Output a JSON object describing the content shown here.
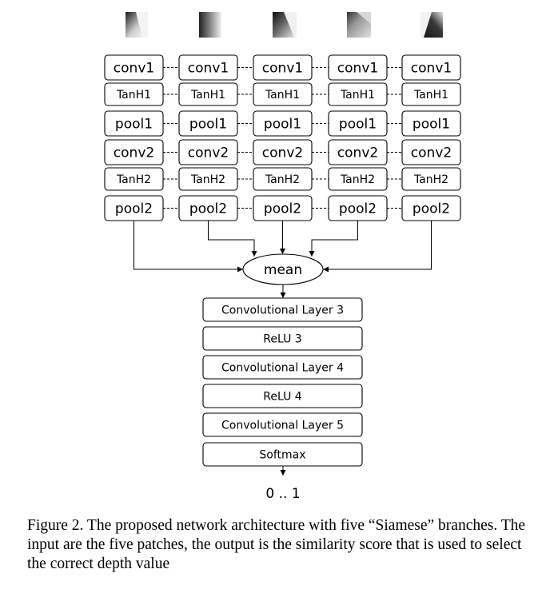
{
  "branch_layers": [
    "conv1",
    "TanH1",
    "pool1",
    "conv2",
    "TanH2",
    "pool2"
  ],
  "branch_count": 5,
  "merge_label": "mean",
  "head_layers": [
    "Convolutional Layer 3",
    "ReLU 3",
    "Convolutional Layer 4",
    "ReLU 4",
    "Convolutional Layer 5",
    "Softmax"
  ],
  "output_label": "0 .. 1",
  "caption": "Figure 2. The proposed network architecture with five “Siamese” branches. The input are the five patches, the output is the similarity score that is used to select the correct depth value"
}
